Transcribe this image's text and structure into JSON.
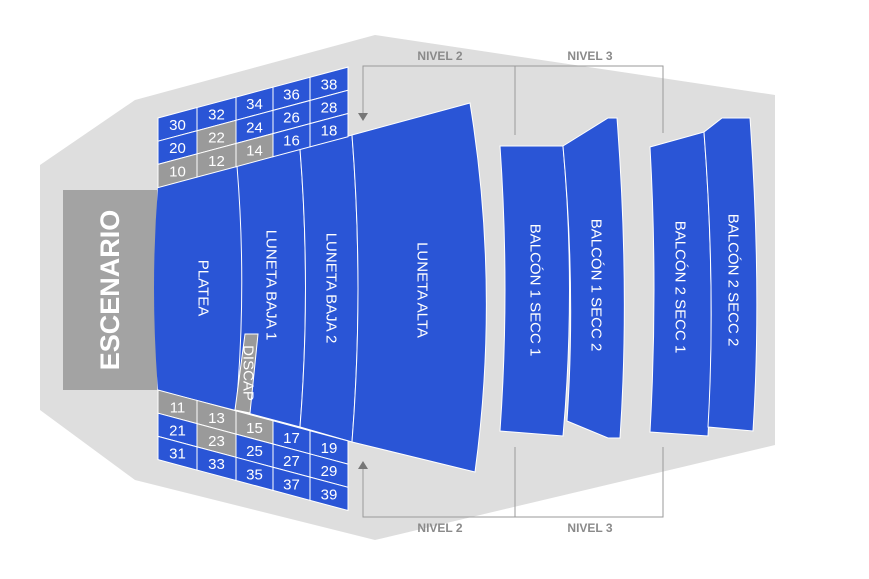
{
  "colors": {
    "section": "#2a55d6",
    "unavailable": "#9a9a9a",
    "venue": "#dedede",
    "stage": "#a3a3a3",
    "guide_line": "#9a9a9a"
  },
  "stage": {
    "label": "ESCENARIO"
  },
  "sections": {
    "platea": "PLATEA",
    "luneta_baja_1": "LUNETA BAJA 1",
    "luneta_baja_2": "LUNETA BAJA 2",
    "luneta_alta": "LUNETA ALTA",
    "discap": "DISCAP",
    "balcon_1_secc_1": "BALCÓN 1 SECC 1",
    "balcon_1_secc_2": "BALCÓN 1 SECC 2",
    "balcon_2_secc_1": "BALCÓN 2 SECC 1",
    "balcon_2_secc_2": "BALCÓN 2 SECC 2"
  },
  "levels": {
    "top_left": "NIVEL 2",
    "top_right": "NIVEL 3",
    "bottom_left": "NIVEL 2",
    "bottom_right": "NIVEL 3"
  },
  "top_boxes": [
    [
      {
        "label": "30",
        "available": true
      },
      {
        "label": "32",
        "available": true
      },
      {
        "label": "34",
        "available": true
      },
      {
        "label": "36",
        "available": true
      },
      {
        "label": "38",
        "available": true
      }
    ],
    [
      {
        "label": "20",
        "available": true
      },
      {
        "label": "22",
        "available": false
      },
      {
        "label": "24",
        "available": true
      },
      {
        "label": "26",
        "available": true
      },
      {
        "label": "28",
        "available": true
      }
    ],
    [
      {
        "label": "10",
        "available": false
      },
      {
        "label": "12",
        "available": false
      },
      {
        "label": "14",
        "available": false
      },
      {
        "label": "16",
        "available": true
      },
      {
        "label": "18",
        "available": true
      }
    ]
  ],
  "bottom_boxes": [
    [
      {
        "label": "11",
        "available": false
      },
      {
        "label": "13",
        "available": false
      },
      {
        "label": "15",
        "available": false
      },
      {
        "label": "17",
        "available": true
      },
      {
        "label": "19",
        "available": true
      }
    ],
    [
      {
        "label": "21",
        "available": true
      },
      {
        "label": "23",
        "available": false
      },
      {
        "label": "25",
        "available": true
      },
      {
        "label": "27",
        "available": true
      },
      {
        "label": "29",
        "available": true
      }
    ],
    [
      {
        "label": "31",
        "available": true
      },
      {
        "label": "33",
        "available": true
      },
      {
        "label": "35",
        "available": true
      },
      {
        "label": "37",
        "available": true
      },
      {
        "label": "39",
        "available": true
      }
    ]
  ]
}
